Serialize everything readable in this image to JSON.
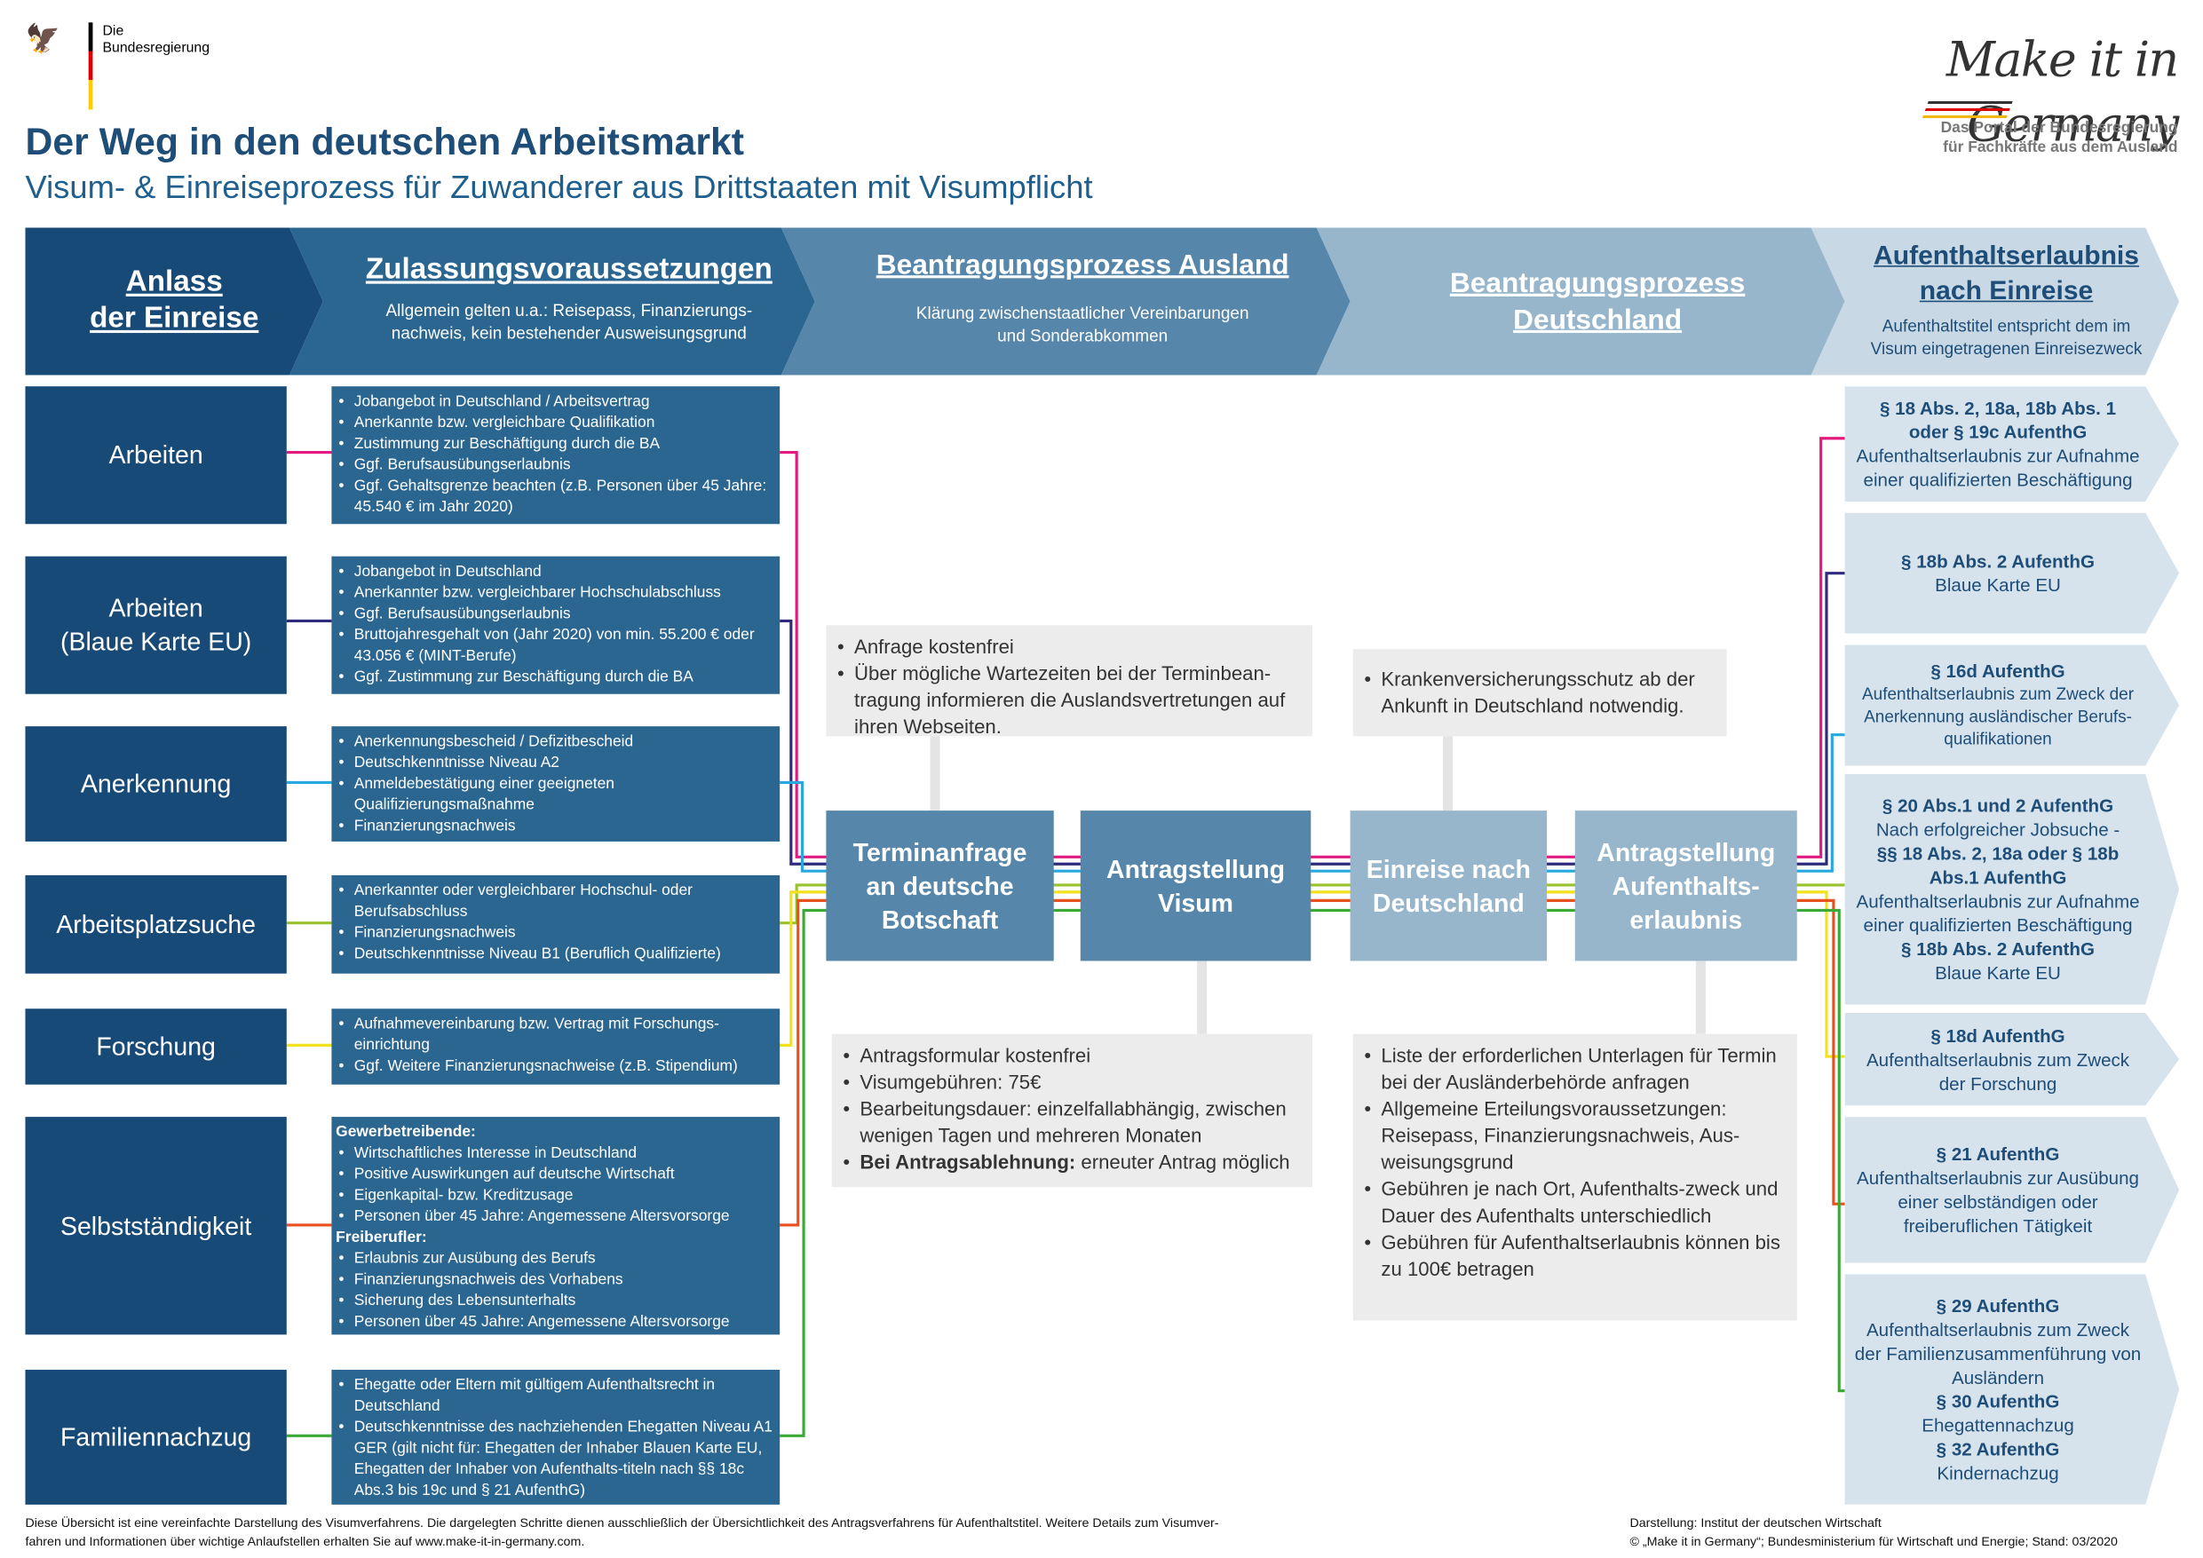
{
  "header": {
    "gov_logo": "Die\nBundesregierung",
    "brand": "Make it in Germany",
    "brand_sub_1": "Das Portal der Bundesregierung",
    "brand_sub_2": "für Fachkräfte aus dem Ausland",
    "title": "Der Weg in den deutschen Arbeitsmarkt",
    "subtitle": "Visum- & Einreiseprozess für Zuwanderer aus Drittstaaten mit Visumpflicht"
  },
  "phases": [
    {
      "title_1": "Anlass",
      "title_2": "der Einreise",
      "sub_1": "",
      "sub_2": ""
    },
    {
      "title_1": "Zulassungsvoraussetzungen",
      "title_2": "",
      "sub_1": "Allgemein gelten u.a.: Reisepass, Finanzierungs-",
      "sub_2": "nachweis, kein bestehender Ausweisungsgrund"
    },
    {
      "title_1": "Beantragungsprozess Ausland",
      "title_2": "",
      "sub_1": "Klärung zwischenstaatlicher Vereinbarungen",
      "sub_2": "und Sonderabkommen"
    },
    {
      "title_1": "Beantragungsprozess",
      "title_2": "Deutschland",
      "sub_1": "",
      "sub_2": ""
    },
    {
      "title_1": "Aufenthaltserlaubnis",
      "title_2": "nach Einreise",
      "sub_1": "Aufenthaltstitel entspricht dem im",
      "sub_2": "Visum eingetragenen Einreisezweck"
    }
  ],
  "reasons": [
    {
      "label": "Arbeiten",
      "label_2": "",
      "color": "#e2197e"
    },
    {
      "label": "Arbeiten",
      "label_2": "(Blaue Karte EU)",
      "color": "#2e2a7c"
    },
    {
      "label": "Anerkennung",
      "label_2": "",
      "color": "#29a8e0"
    },
    {
      "label": "Arbeitsplatzsuche",
      "label_2": "",
      "color": "#9ac22b"
    },
    {
      "label": "Forschung",
      "label_2": "",
      "color": "#f2e11c"
    },
    {
      "label": "Selbstständigkeit",
      "label_2": "",
      "color": "#e8501e"
    },
    {
      "label": "Familiennachzug",
      "label_2": "",
      "color": "#3aaa35"
    }
  ],
  "requirements": [
    [
      "Jobangebot in Deutschland / Arbeitsvertrag",
      "Anerkannte bzw. vergleichbare Qualifikation",
      "Zustimmung zur Beschäftigung durch die BA",
      "Ggf. Berufsausübungserlaubnis",
      "Ggf. Gehaltsgrenze beachten (z.B. Personen über 45 Jahre: 45.540 € im Jahr 2020)"
    ],
    [
      "Jobangebot in Deutschland",
      "Anerkannter bzw. vergleichbarer Hochschulabschluss",
      "Ggf. Berufsausübungserlaubnis",
      "Bruttojahresgehalt von (Jahr 2020) von min. 55.200 € oder 43.056 € (MINT-Berufe)",
      "Ggf. Zustimmung  zur Beschäftigung durch die BA"
    ],
    [
      "Anerkennungsbescheid / Defizitbescheid",
      "Deutschkenntnisse Niveau A2",
      "Anmeldebestätigung einer geeigneten Qualifizierungsmaßnahme",
      "Finanzierungsnachweis"
    ],
    [
      "Anerkannter oder vergleichbarer Hochschul- oder Berufsabschluss",
      "Finanzierungsnachweis",
      "Deutschkenntnisse Niveau B1 (Beruflich Qualifizierte)"
    ],
    [
      "Aufnahmevereinbarung bzw. Vertrag  mit Forschungs-einrichtung",
      "Ggf. Weitere Finanzierungsnachweise (z.B. Stipendium)"
    ],
    [],
    [
      "Ehegatte oder Eltern mit gültigem Aufenthaltsrecht in Deutschland",
      "Deutschkenntnisse des nachziehenden Ehegatten Niveau A1 GER (gilt nicht für: Ehegatten der Inhaber Blauen Karte EU, Ehegatten der Inhaber von Aufenthalts-titeln nach §§ 18c Abs.3 bis 19c und § 21 AufenthG)"
    ]
  ],
  "self_employed": {
    "group_1": "Gewerbetreibende:",
    "items_1": [
      "Wirtschaftliches Interesse in Deutschland",
      "Positive Auswirkungen auf deutsche Wirtschaft",
      "Eigenkapital- bzw. Kreditzusage",
      "Personen über 45 Jahre: Angemessene Altersvorsorge"
    ],
    "group_2": "Freiberufler:",
    "items_2": [
      "Erlaubnis zur Ausübung des Berufs",
      "Finanzierungsnachweis des Vorhabens",
      "Sicherung des Lebensunterhalts",
      "Personen über 45 Jahre: Angemessene Altersvorsorge"
    ]
  },
  "steps": [
    {
      "l1": "Terminanfrage",
      "l2": "an deutsche",
      "l3": "Botschaft"
    },
    {
      "l1": "Antragstellung",
      "l2": "Visum",
      "l3": ""
    },
    {
      "l1": "Einreise nach",
      "l2": "Deutschland",
      "l3": ""
    },
    {
      "l1": "Antragstellung",
      "l2": "Aufenthalts-",
      "l3": "erlaubnis"
    }
  ],
  "info_top_1": [
    "Anfrage kostenfrei",
    "Über mögliche Wartezeiten bei der Terminbean-tragung informieren die Auslandsvertretungen auf ihren Webseiten."
  ],
  "info_top_2": [
    "Krankenversicherungsschutz ab der Ankunft in Deutschland notwendig."
  ],
  "info_bottom_1": {
    "items": [
      "Antragsformular kostenfrei",
      "Visumgebühren: 75€",
      "Bearbeitungsdauer: einzelfallabhängig, zwischen wenigen Tagen und mehreren Monaten"
    ],
    "last_bold": "Bei Antragsablehnung:",
    "last_rest": " erneuter Antrag möglich"
  },
  "info_bottom_2": [
    "Liste der erforderlichen Unterlagen für Termin bei der Ausländerbehörde anfragen",
    "Allgemeine Erteilungsvoraussetzungen: Reisepass, Finanzierungsnachweis,  Aus-weisungsgrund",
    "Gebühren je nach Ort, Aufenthalts-zweck und Dauer des Aufenthalts unterschiedlich",
    "Gebühren für Aufenthaltserlaubnis können bis zu 100€ betragen"
  ],
  "permits": [
    {
      "law_1": "§ 18 Abs. 2, 18a, 18b Abs. 1",
      "law_2": "oder § 19c AufenthG",
      "text": "Aufenthaltserlaubnis zur Aufnahme einer qualifizierten Beschäftigung"
    },
    {
      "law_1": "§ 18b Abs. 2 AufenthG",
      "law_2": "",
      "text": "Blaue Karte EU"
    },
    {
      "law_1": "§ 16d AufenthG",
      "law_2": "",
      "text": "Aufenthaltserlaubnis zum Zweck der Anerkennung ausländischer Berufs-qualifikationen"
    },
    {
      "law_1": "§ 20  Abs.1 und 2 AufenthG",
      "text_1": "Nach erfolgreicher Jobsuche -",
      "law_2": "§§ 18 Abs. 2, 18a oder § 18b Abs.1 AufenthG",
      "text_2": "Aufenthaltserlaubnis zur Aufnahme einer qualifizierten Beschäftigung",
      "law_3": "§ 18b Abs. 2 AufenthG",
      "text_3": "Blaue Karte EU"
    },
    {
      "law_1": "§ 18d AufenthG",
      "law_2": "",
      "text": "Aufenthaltserlaubnis zum Zweck der Forschung"
    },
    {
      "law_1": "§ 21 AufenthG",
      "law_2": "",
      "text": "Aufenthaltserlaubnis zur Ausübung einer selbständigen oder freiberuflichen Tätigkeit"
    },
    {
      "law_1": "§ 29 AufenthG",
      "text_1": "Aufenthaltserlaubnis zum Zweck der Familienzusammenführung von Ausländern",
      "law_2": "§ 30 AufenthG",
      "text_2": "Ehegattennachzug",
      "law_3": "§ 32 AufenthG",
      "text_3": "Kindernachzug"
    }
  ],
  "footer": {
    "left_1": "Diese Übersicht ist eine vereinfachte Darstellung des Visumverfahrens. Die dargelegten Schritte dienen ausschließlich der Übersichtlichkeit des Antragsverfahrens für Aufenthaltstitel. Weitere Details zum Visumver-",
    "left_2": "fahren und Informationen über wichtige Anlaufstellen erhalten Sie auf www.make-it-in-germany.com.",
    "right_1": "Darstellung: Institut der deutschen Wirtschaft",
    "right_2": "© „Make it in Germany“; Bundesministerium für Wirtschaft und Energie; Stand: 03/2020"
  },
  "colors": {
    "phase_1": "#184a78",
    "phase_2": "#2a6690",
    "phase_3": "#5686aa",
    "phase_4": "#97b6cc",
    "phase_5": "#c8d8e4",
    "step_1": "#5686aa",
    "step_2": "#5686aa",
    "step_3": "#97b6cc",
    "step_4": "#97b6cc",
    "permit_bg": "#d6e3ec"
  }
}
